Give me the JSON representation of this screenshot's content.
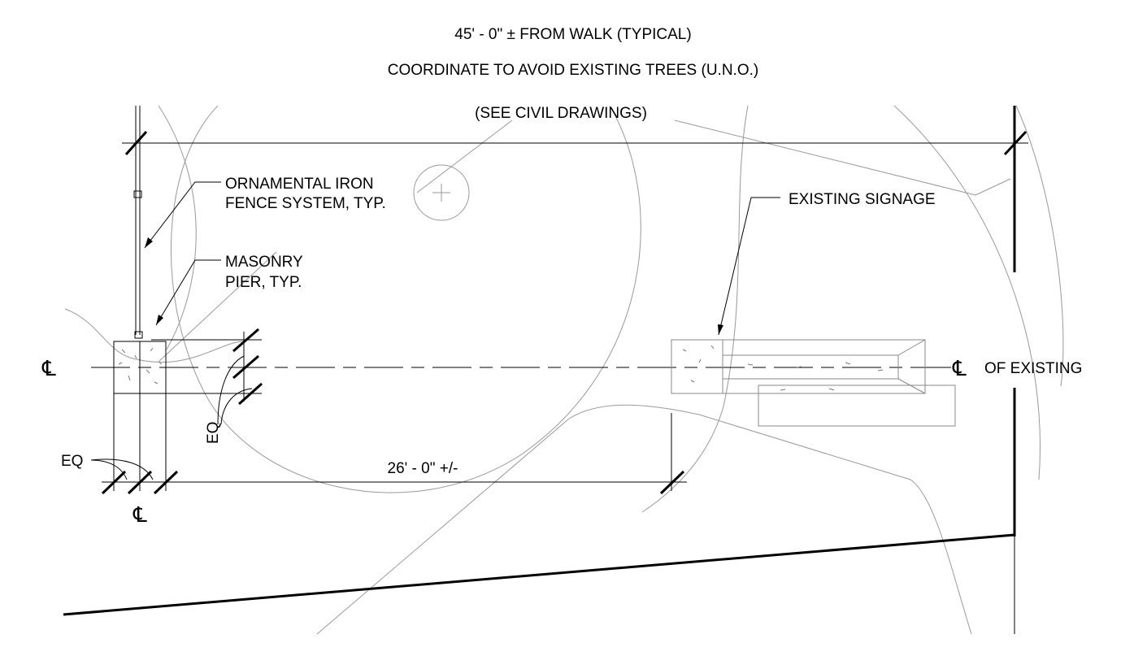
{
  "notes": {
    "walk_offset": "45' - 0\" ± FROM WALK (TYPICAL)",
    "avoid_trees": "COORDINATE TO AVOID EXISTING TREES (U.N.O.)",
    "see_civil": "(SEE CIVIL DRAWINGS)",
    "fence_line1": "ORNAMENTAL IRON",
    "fence_line2": "FENCE SYSTEM, TYP.",
    "pier_line1": "MASONRY",
    "pier_line2": "PIER, TYP.",
    "existing_signage": "EXISTING SIGNAGE",
    "of_existing": "OF EXISTING"
  },
  "dimensions": {
    "span": "26' - 0\"  +/-",
    "eq_vertical": "EQ",
    "eq_horizontal": "EQ"
  },
  "symbols": {
    "centerline": "℄"
  },
  "colors": {
    "ink": "#000000",
    "linework_light": "#999999",
    "background": "#ffffff"
  }
}
